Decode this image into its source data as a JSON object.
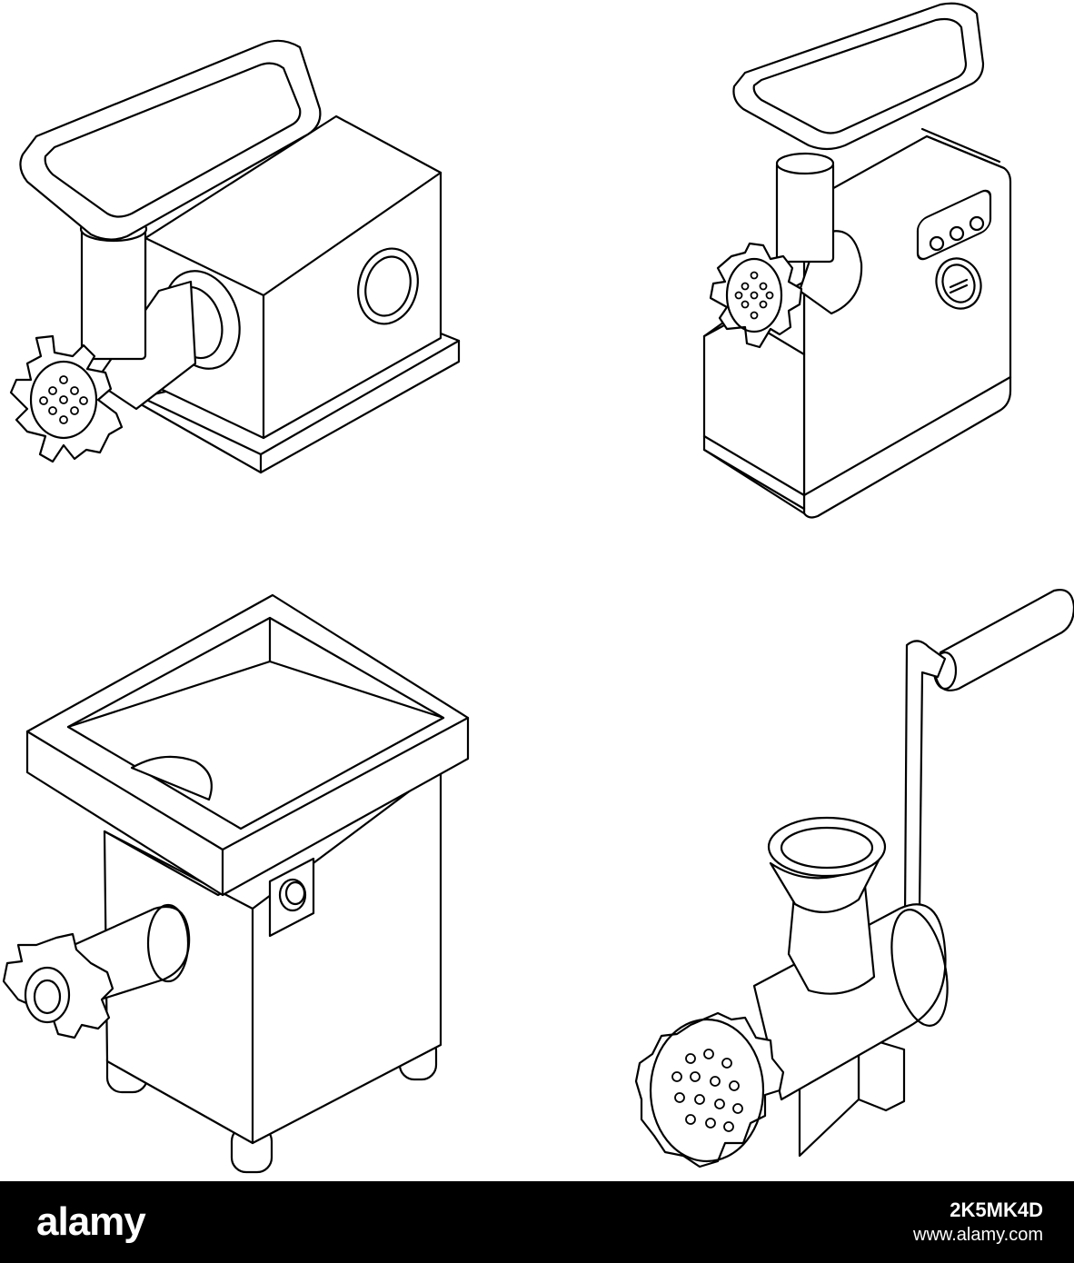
{
  "footer": {
    "brand": "alamy",
    "image_id": "2K5MK4D",
    "site": "www.alamy.com"
  },
  "colors": {
    "line": "#000000",
    "background": "#ffffff",
    "footer_bg": "#000000",
    "footer_text": "#ffffff"
  },
  "icons": [
    "meat-grinder-electric-icon",
    "meat-grinder-electric-compact-icon",
    "meat-grinder-industrial-icon",
    "meat-grinder-manual-icon"
  ]
}
